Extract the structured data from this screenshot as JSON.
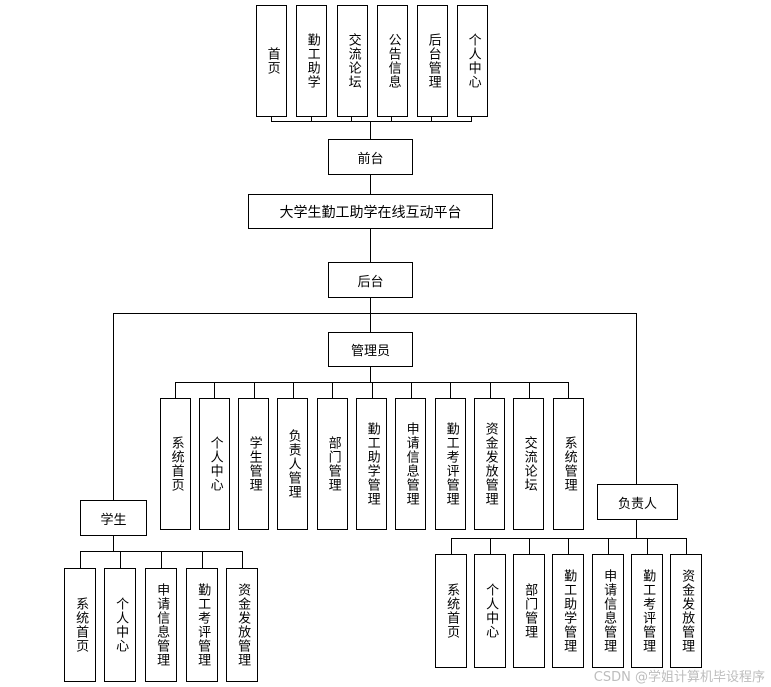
{
  "frontend": {
    "modules": [
      "首页",
      "勤工助学",
      "交流论坛",
      "公告信息",
      "后台管理",
      "个人中心"
    ],
    "label": "前台"
  },
  "platform": {
    "title": "大学生勤工助学在线互动平台"
  },
  "backend": {
    "label": "后台"
  },
  "admin": {
    "label": "管理员",
    "modules": [
      "系统首页",
      "个人中心",
      "学生管理",
      "负责人管理",
      "部门管理",
      "勤工助学管理",
      "申请信息管理",
      "勤工考评管理",
      "资金发放管理",
      "交流论坛",
      "系统管理"
    ]
  },
  "student": {
    "label": "学生",
    "modules": [
      "系统首页",
      "个人中心",
      "申请信息管理",
      "勤工考评管理",
      "资金发放管理"
    ]
  },
  "manager": {
    "label": "负责人",
    "modules": [
      "系统首页",
      "个人中心",
      "部门管理",
      "勤工助学管理",
      "申请信息管理",
      "勤工考评管理",
      "资金发放管理"
    ]
  },
  "watermark": "CSDN @学姐计算机毕设程序"
}
